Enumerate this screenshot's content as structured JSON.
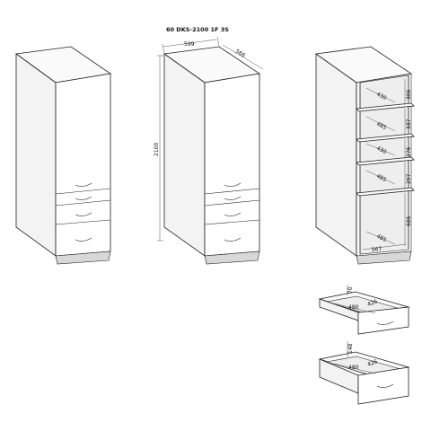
{
  "title": "60 DKS-2100 1F 3S",
  "dims": {
    "width": "599",
    "depth": "566",
    "height": "2100",
    "int_306": "306",
    "int_337": "337",
    "int_276": "276",
    "int_297": "297",
    "int_686": "686",
    "int_430a": "430",
    "int_485a": "485",
    "int_430b": "430",
    "int_485b": "485",
    "int_485c": "485",
    "int_567": "567",
    "d1_70": "70",
    "d1_480": "480",
    "d1_426": "426",
    "d2_148": "148",
    "d2_480": "480",
    "d2_426": "426"
  }
}
